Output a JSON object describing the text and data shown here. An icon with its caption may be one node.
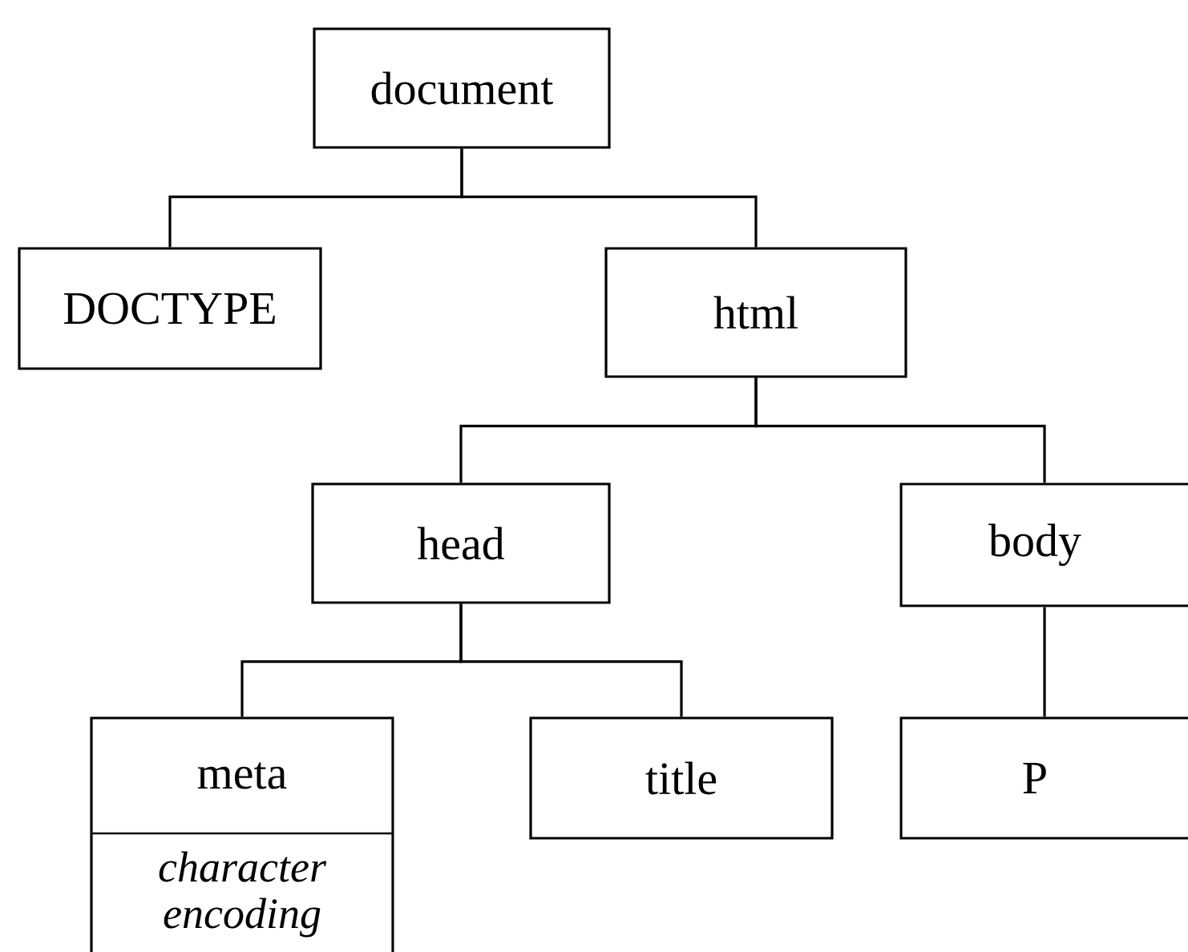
{
  "diagram": {
    "nodes": [
      {
        "text": [
          "document"
        ]
      },
      {
        "text": [
          "DOCTYPE"
        ]
      },
      {
        "text": [
          "html"
        ]
      },
      {
        "text": [
          "head"
        ]
      },
      {
        "text": [
          "body"
        ]
      },
      {
        "text": [
          "meta",
          "character encoding"
        ]
      },
      {
        "text": [
          "title"
        ]
      },
      {
        "text": [
          "P"
        ]
      }
    ],
    "edges": [
      {
        "from": 0,
        "to": 1,
        "arrow": "none"
      },
      {
        "from": 0,
        "to": 2,
        "arrow": "none"
      },
      {
        "from": 2,
        "to": 3,
        "arrow": "none"
      },
      {
        "from": 2,
        "to": 4,
        "arrow": "none"
      },
      {
        "from": 3,
        "to": 5,
        "arrow": "none"
      },
      {
        "from": 3,
        "to": 6,
        "arrow": "none"
      },
      {
        "from": 4,
        "to": 7,
        "arrow": "none"
      }
    ]
  }
}
